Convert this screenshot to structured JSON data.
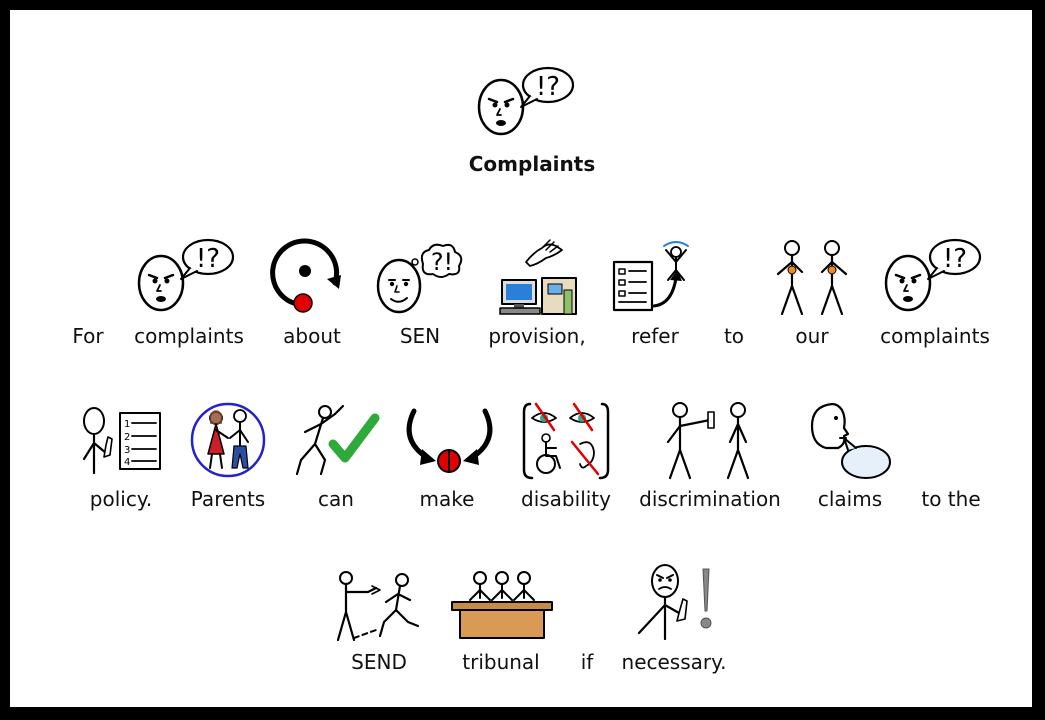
{
  "title": "Complaints",
  "rows": [
    [
      "For",
      "complaints",
      "about",
      "SEN",
      "provision,",
      "refer",
      "to",
      "our",
      "complaints"
    ],
    [
      "policy.",
      "Parents",
      "can",
      "make",
      "disability",
      "discrimination",
      "claims",
      "to the"
    ],
    [
      "SEND",
      "tribunal",
      "if",
      "necessary."
    ]
  ],
  "speech_bubble_text": "!?",
  "thought_bubble_text": "?!",
  "colors": {
    "frame": "#000000",
    "accent_red": "#e00000",
    "accent_green": "#2eaa3a",
    "accent_blue": "#2222cc",
    "accent_orange": "#f08a1c",
    "table_brown": "#c88a44"
  }
}
